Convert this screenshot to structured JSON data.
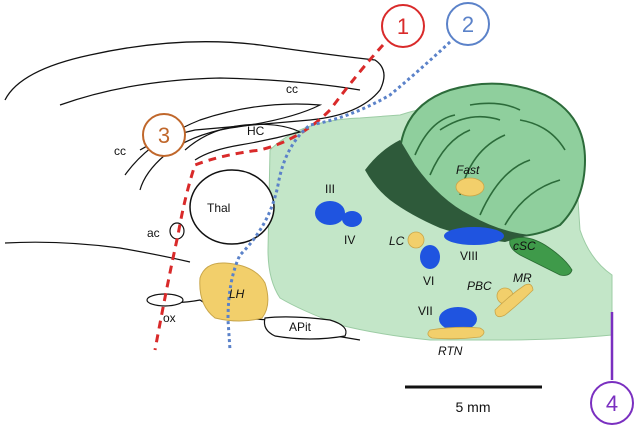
{
  "labels": {
    "cc_top": "cc",
    "cc_left": "cc",
    "hc": "HC",
    "thal": "Thal",
    "ac": "ac",
    "ox": "ox",
    "lh": "LH",
    "apit": "APit",
    "iii": "III",
    "iv": "IV",
    "lc": "LC",
    "vi": "VI",
    "viii": "VIII",
    "vii": "VII",
    "fast": "Fast",
    "csc": "cSC",
    "pbc": "PBC",
    "mr": "MR",
    "rtn": "RTN"
  },
  "cuts": [
    {
      "number": "1",
      "color": "#d92a2a"
    },
    {
      "number": "2",
      "color": "#5b82c9"
    },
    {
      "number": "3",
      "color": "#c0672b"
    },
    {
      "number": "4",
      "color": "#7a2fc0"
    }
  ],
  "scale_bar": {
    "label": "5 mm"
  },
  "colors": {
    "brainstem_fill": "#bfe3c4",
    "cerebellum_fill": "#8fd0a0",
    "dark_region": "#2e5a3a",
    "nucleus_blue": "#1f54e0",
    "nucleus_yellow": "#f2cf6b",
    "csc_fill": "#3f9a4a",
    "cut1": "#d92a2a",
    "cut2": "#5b82c9"
  }
}
